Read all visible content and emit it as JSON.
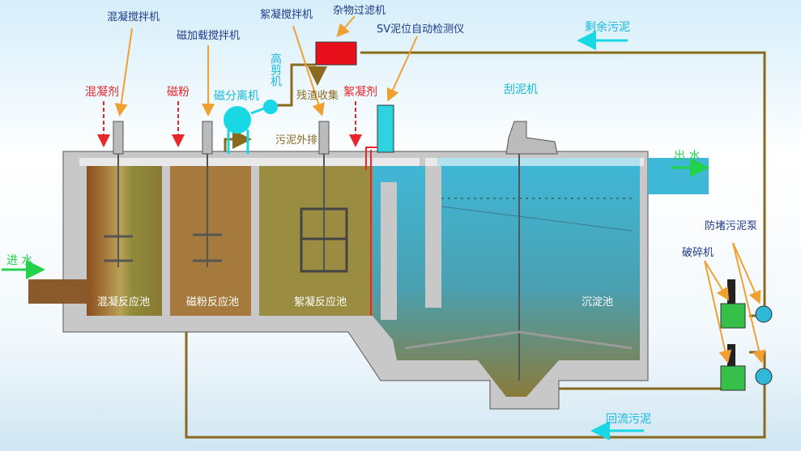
{
  "equipment": {
    "coag_mixer": "混凝搅拌机",
    "mag_mixer": "磁加载搅拌机",
    "floc_mixer": "絮凝搅拌机",
    "debris_filter": "杂物过滤机",
    "sv_detector": "SV泥位自动检测仪",
    "high_shear": "高剪机",
    "mag_separator": "磁分离机",
    "scraper": "刮泥机",
    "anti_clog_pump": "防堵污泥泵",
    "crusher": "破碎机"
  },
  "dosing": {
    "coagulant": "混凝剂",
    "mag_powder": "磁粉",
    "flocculant": "絮凝剂"
  },
  "flows": {
    "excess_sludge": "剩余污泥",
    "residue_collection": "残渣收集",
    "sludge_discharge": "污泥外排",
    "outlet": "出 水",
    "inlet": "进 水",
    "return_sludge": "回流污泥"
  },
  "tanks": {
    "coag_tank": "混凝反应池",
    "mag_tank": "磁粉反应池",
    "floc_tank": "絮凝反应池",
    "settling_tank": "沉淀池"
  },
  "colors": {
    "pipe": "#8a6a1e",
    "wall": "#c8c8c8",
    "accent_arrow": "#f0a030",
    "dosing_arrow": "#e8262b"
  }
}
